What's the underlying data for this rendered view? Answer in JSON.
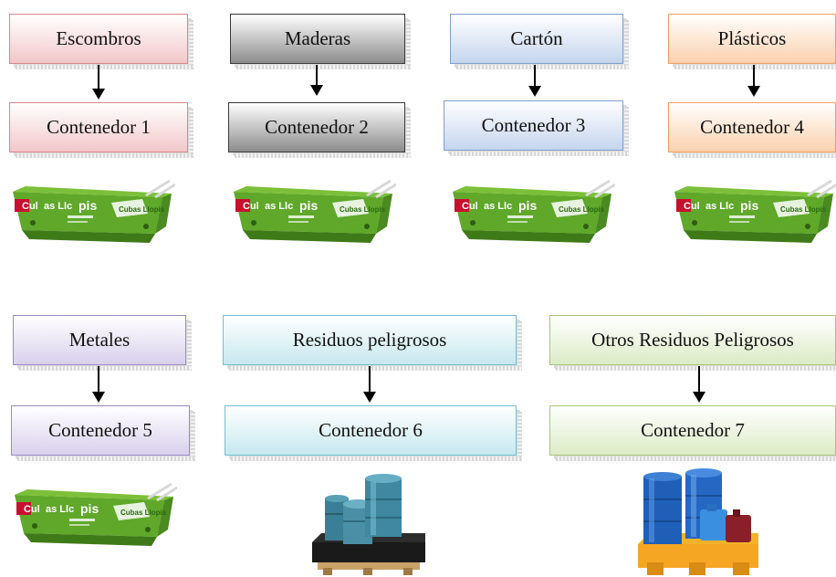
{
  "row1": [
    {
      "material": "Escombros",
      "container": "Contenedor 1",
      "border": "#d9868a",
      "fill": "#f2c7c9",
      "image": "skip-container"
    },
    {
      "material": "Maderas",
      "container": "Contenedor 2",
      "border": "#3a3a3a",
      "fill": "#8c8c8c",
      "image": "skip-container"
    },
    {
      "material": "Cartón",
      "container": "Contenedor 3",
      "border": "#7f9fcc",
      "fill": "#c5d5ee",
      "image": "skip-container"
    },
    {
      "material": "Plásticos",
      "container": "Contenedor 4",
      "border": "#f0a060",
      "fill": "#fbd1ad",
      "image": "skip-container"
    }
  ],
  "row2": [
    {
      "material": "Metales",
      "container": "Contenedor 5",
      "border": "#9a8ac4",
      "fill": "#d8d0ec",
      "image": "skip-container"
    },
    {
      "material": "Residuos peligrosos",
      "container": "Contenedor 6",
      "border": "#72c0cf",
      "fill": "#c6e8ef",
      "image": "drums-black-pallet"
    },
    {
      "material": "Otros Residuos Peligrosos",
      "container": "Contenedor 7",
      "border": "#a8c67a",
      "fill": "#dcebc6",
      "image": "drums-yellow-pallet"
    }
  ],
  "skip_logo": {
    "left": "Cul",
    "mid": "as Llc",
    "right": "pis",
    "brand": "Cubas Llopis"
  }
}
